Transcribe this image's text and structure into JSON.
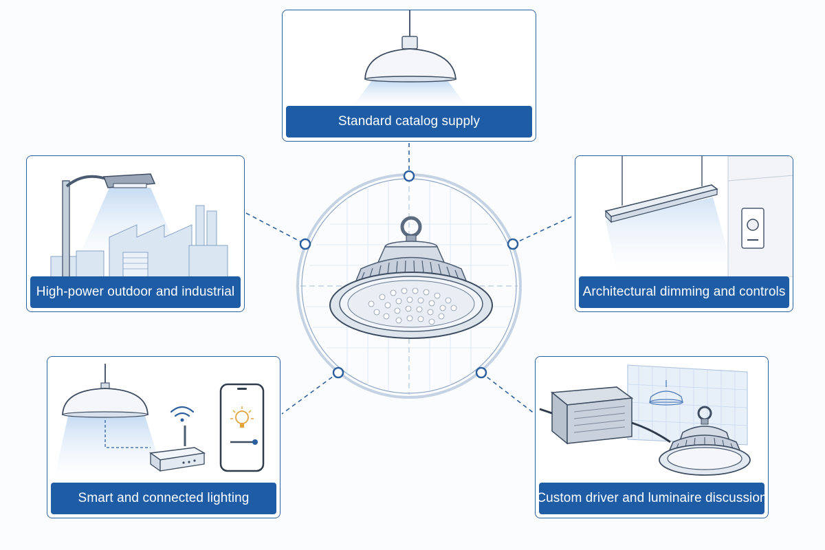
{
  "diagram": {
    "hub": {
      "icon": "ufo-high-bay-luminaire-icon"
    },
    "nodes": [
      {
        "id": "top",
        "label": "Standard catalog supply",
        "icon": "pendant-lamp-icon"
      },
      {
        "id": "left",
        "label": "High-power outdoor and industrial",
        "icon": "street-light-factory-icon"
      },
      {
        "id": "right",
        "label": "Architectural dimming and controls",
        "icon": "linear-pendant-dimmer-icon"
      },
      {
        "id": "bottom_left",
        "label": "Smart and connected lighting",
        "icon": "smart-lamp-router-phone-icon"
      },
      {
        "id": "bottom_right",
        "label": "Custom driver and luminaire discussion",
        "icon": "driver-luminaire-icon"
      }
    ],
    "colors": {
      "accent": "#1f5ca6",
      "line": "#2c5f9e",
      "light": "#cfe0f4"
    }
  }
}
